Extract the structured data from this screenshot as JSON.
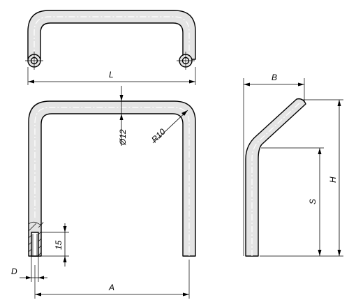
{
  "labels": {
    "L": "L",
    "A": "A",
    "D": "D",
    "B": "B",
    "H": "H",
    "S": "S",
    "diameter": "Ø12",
    "radius": "R10",
    "thread_depth": "15"
  }
}
